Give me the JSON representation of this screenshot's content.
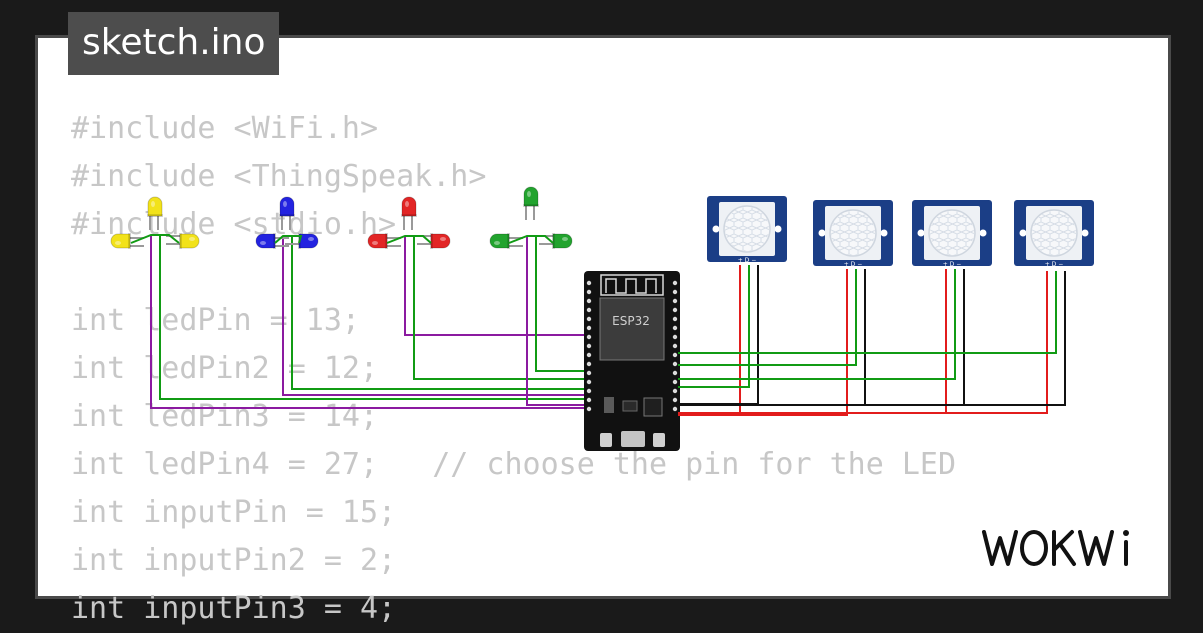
{
  "file_tab": {
    "label": "sketch.ino"
  },
  "code_lines": [
    "#include <WiFi.h>",
    "#include <ThingSpeak.h>",
    "#include <stdio.h>",
    "",
    "int ledPin = 13;",
    "int ledPin2 = 12;",
    "int ledPin3 = 14;",
    "int ledPin4 = 27;   // choose the pin for the LED",
    "int inputPin = 15;",
    "int inputPin2 = 2;",
    "int inputPin3 = 4;"
  ],
  "board": {
    "label": "ESP32"
  },
  "sensors": [
    {
      "pins": "+ D -"
    },
    {
      "pins": "+ D -"
    },
    {
      "pins": "+ D -"
    },
    {
      "pins": "+ D -"
    }
  ],
  "led_groups": [
    {
      "color": "#f2e21a"
    },
    {
      "color": "#2323e0"
    },
    {
      "color": "#e22525"
    },
    {
      "color": "#22a32e"
    }
  ],
  "brand": {
    "logo_text": "WOKWi"
  },
  "colors": {
    "wire_green": "#119b14",
    "wire_purple": "#8b1aa0",
    "wire_red": "#e21c1c",
    "wire_black": "#111111"
  }
}
